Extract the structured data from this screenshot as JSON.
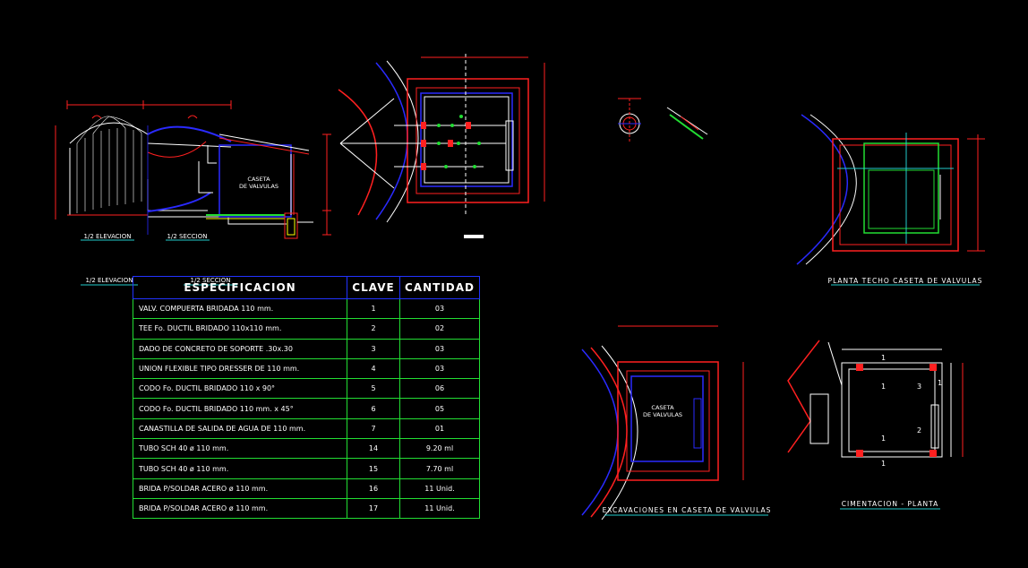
{
  "labels": {
    "elev_half": "1/2 ELEVACION",
    "sec_half": "1/2 SECCION",
    "caseta_line1": "CASETA",
    "caseta_line2": "DE VALVULAS",
    "planta_techo": "PLANTA TECHO CASETA DE VALVULAS",
    "excavaciones": "EXCAVACIONES EN  CASETA DE VALVULAS",
    "cimentacion": "CIMENTACION - PLANTA",
    "cim_nums": [
      "1",
      "1",
      "3",
      "1",
      "2",
      "1",
      "1"
    ]
  },
  "table": {
    "headers": [
      "ESPECIFICACION",
      "CLAVE",
      "CANTIDAD"
    ],
    "rows": [
      [
        "VALV. COMPUERTA BRIDADA 110 mm.",
        "1",
        "03"
      ],
      [
        "TEE Fo. DUCTIL BRIDADO 110x110 mm.",
        "2",
        "02"
      ],
      [
        "DADO DE CONCRETO DE SOPORTE .30x.30",
        "3",
        "03"
      ],
      [
        "UNION FLEXIBLE TIPO DRESSER DE 110 mm.",
        "4",
        "03"
      ],
      [
        "CODO Fo. DUCTIL BRIDADO 110 x 90°",
        "5",
        "06"
      ],
      [
        "CODO Fo. DUCTIL BRIDADO 110 mm. x 45°",
        "6",
        "05"
      ],
      [
        "CANASTILLA DE SALIDA DE AGUA DE 110 mm.",
        "7",
        "01"
      ],
      [
        "TUBO SCH 40 ø 110 mm.",
        "14",
        "9.20 ml"
      ],
      [
        "TUBO SCH 40 ø 110 mm.",
        "15",
        "7.70 ml"
      ],
      [
        "BRIDA P/SOLDAR ACERO ø 110 mm.",
        "16",
        "11 Unid."
      ],
      [
        "BRIDA P/SOLDAR ACERO ø 110 mm.",
        "17",
        "11 Unid."
      ]
    ]
  },
  "colors": {
    "background": "#000000",
    "red": "#ff2020",
    "blue": "#2a2aff",
    "green": "#22dd33",
    "cyan": "#22cccc",
    "white": "#ffffff",
    "yellow": "#ffff00"
  }
}
